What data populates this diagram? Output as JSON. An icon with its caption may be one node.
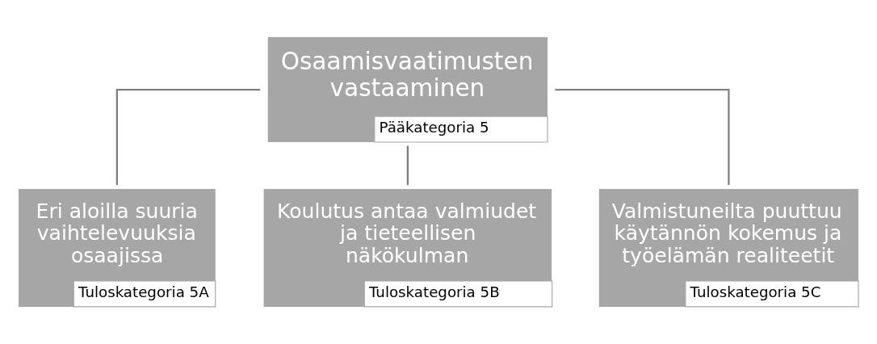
{
  "diagram": {
    "nodes": [
      {
        "text": [
          "Osaamisvaatimusten vastaaminen",
          "Pääkategoria 5"
        ]
      },
      {
        "text": [
          "Eri aloilla suuria vaihtelevuuksia osaajissa",
          "Tuloskategoria 5A"
        ]
      },
      {
        "text": [
          "Koulutus antaa valmiudet ja tieteellisen näkökulman",
          "Tuloskategoria 5B"
        ]
      },
      {
        "text": [
          "Valmistuneilta puuttuu käytännön kokemus ja työelämän realiteetit",
          "Tuloskategoria 5C"
        ]
      }
    ],
    "edges": [
      {
        "from": 0,
        "to": 1,
        "arrow": "none"
      },
      {
        "from": 0,
        "to": 2,
        "arrow": "none"
      },
      {
        "from": 0,
        "to": 3,
        "arrow": "none"
      }
    ]
  }
}
